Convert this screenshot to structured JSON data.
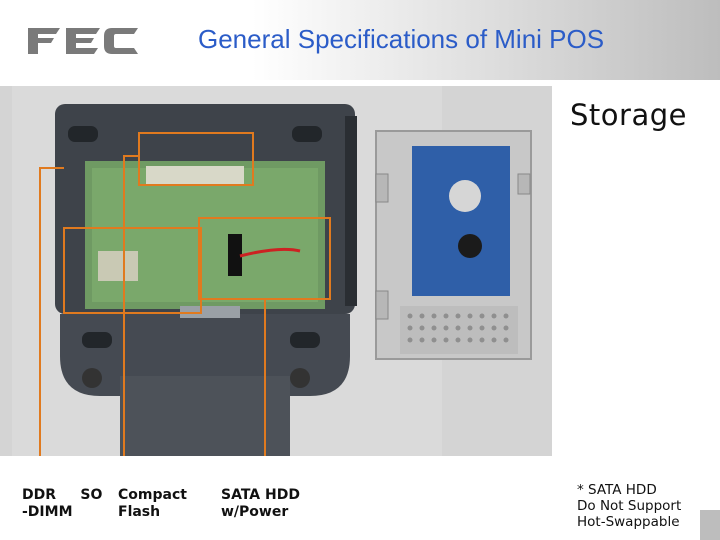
{
  "header": {
    "logo_text": "FEC",
    "title": "General Specifications of Mini POS"
  },
  "photo": {
    "subject": "mini-pos-internal-storage-photo"
  },
  "section_heading": "Storage",
  "callouts": [
    {
      "label": "DDR     SO\n-DIMM"
    },
    {
      "label": "Compact\nFlash"
    },
    {
      "label": "SATA HDD\nw/Power"
    }
  ],
  "note": "* SATA HDD\nDo Not Support\nHot-Swappable",
  "colors": {
    "title": "#2b5cc8",
    "callout_line": "#e07a1f",
    "logo": "#7a7a7a"
  }
}
